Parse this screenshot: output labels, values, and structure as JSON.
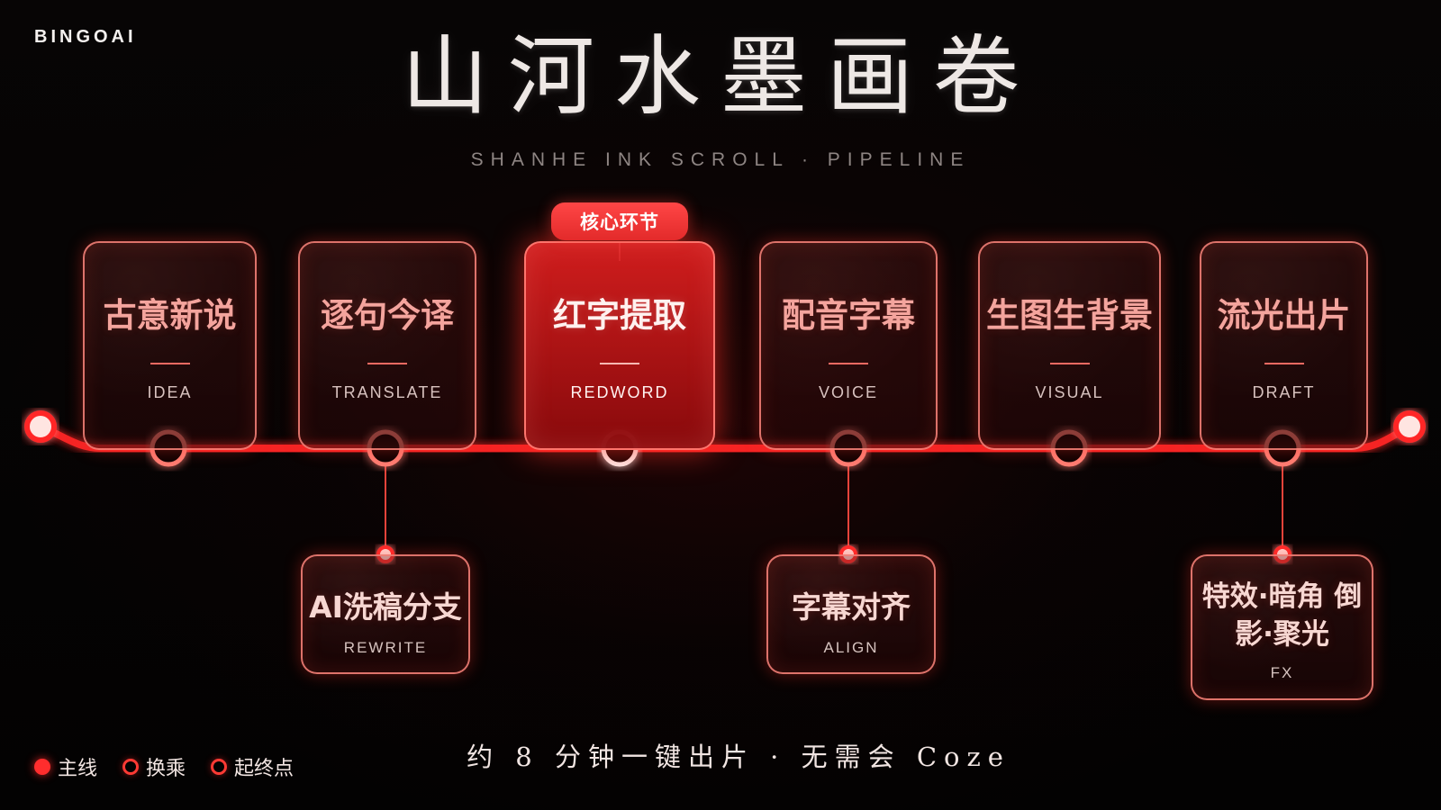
{
  "brand": "BINGOAI",
  "header": {
    "title": "山河水墨画卷",
    "subtitle": "SHANHE INK SCROLL · PIPELINE"
  },
  "core_badge": "核心环节",
  "stages": [
    {
      "title": "古意新说",
      "subtitle": "IDEA"
    },
    {
      "title": "逐句今译",
      "subtitle": "TRANSLATE"
    },
    {
      "title": "红字提取",
      "subtitle": "REDWORD"
    },
    {
      "title": "配音字幕",
      "subtitle": "VOICE"
    },
    {
      "title": "生图生背景",
      "subtitle": "VISUAL"
    },
    {
      "title": "流光出片",
      "subtitle": "DRAFT"
    }
  ],
  "branches": [
    {
      "title": "AI洗稿分支",
      "subtitle": "REWRITE"
    },
    {
      "title": "字幕对齐",
      "subtitle": "ALIGN"
    },
    {
      "title": "特效·暗角\n倒影·聚光",
      "subtitle": "FX"
    }
  ],
  "legend": [
    {
      "label": "主线"
    },
    {
      "label": "换乘"
    },
    {
      "label": "起终点"
    }
  ],
  "footer": "约 8 分钟一键出片 · 无需会 Coze",
  "colors": {
    "background": "#050404",
    "accent": "#ff2d2d",
    "accent_soft": "#f4a49d",
    "text_main": "#f3e6e3",
    "text_muted": "#8e8583"
  }
}
